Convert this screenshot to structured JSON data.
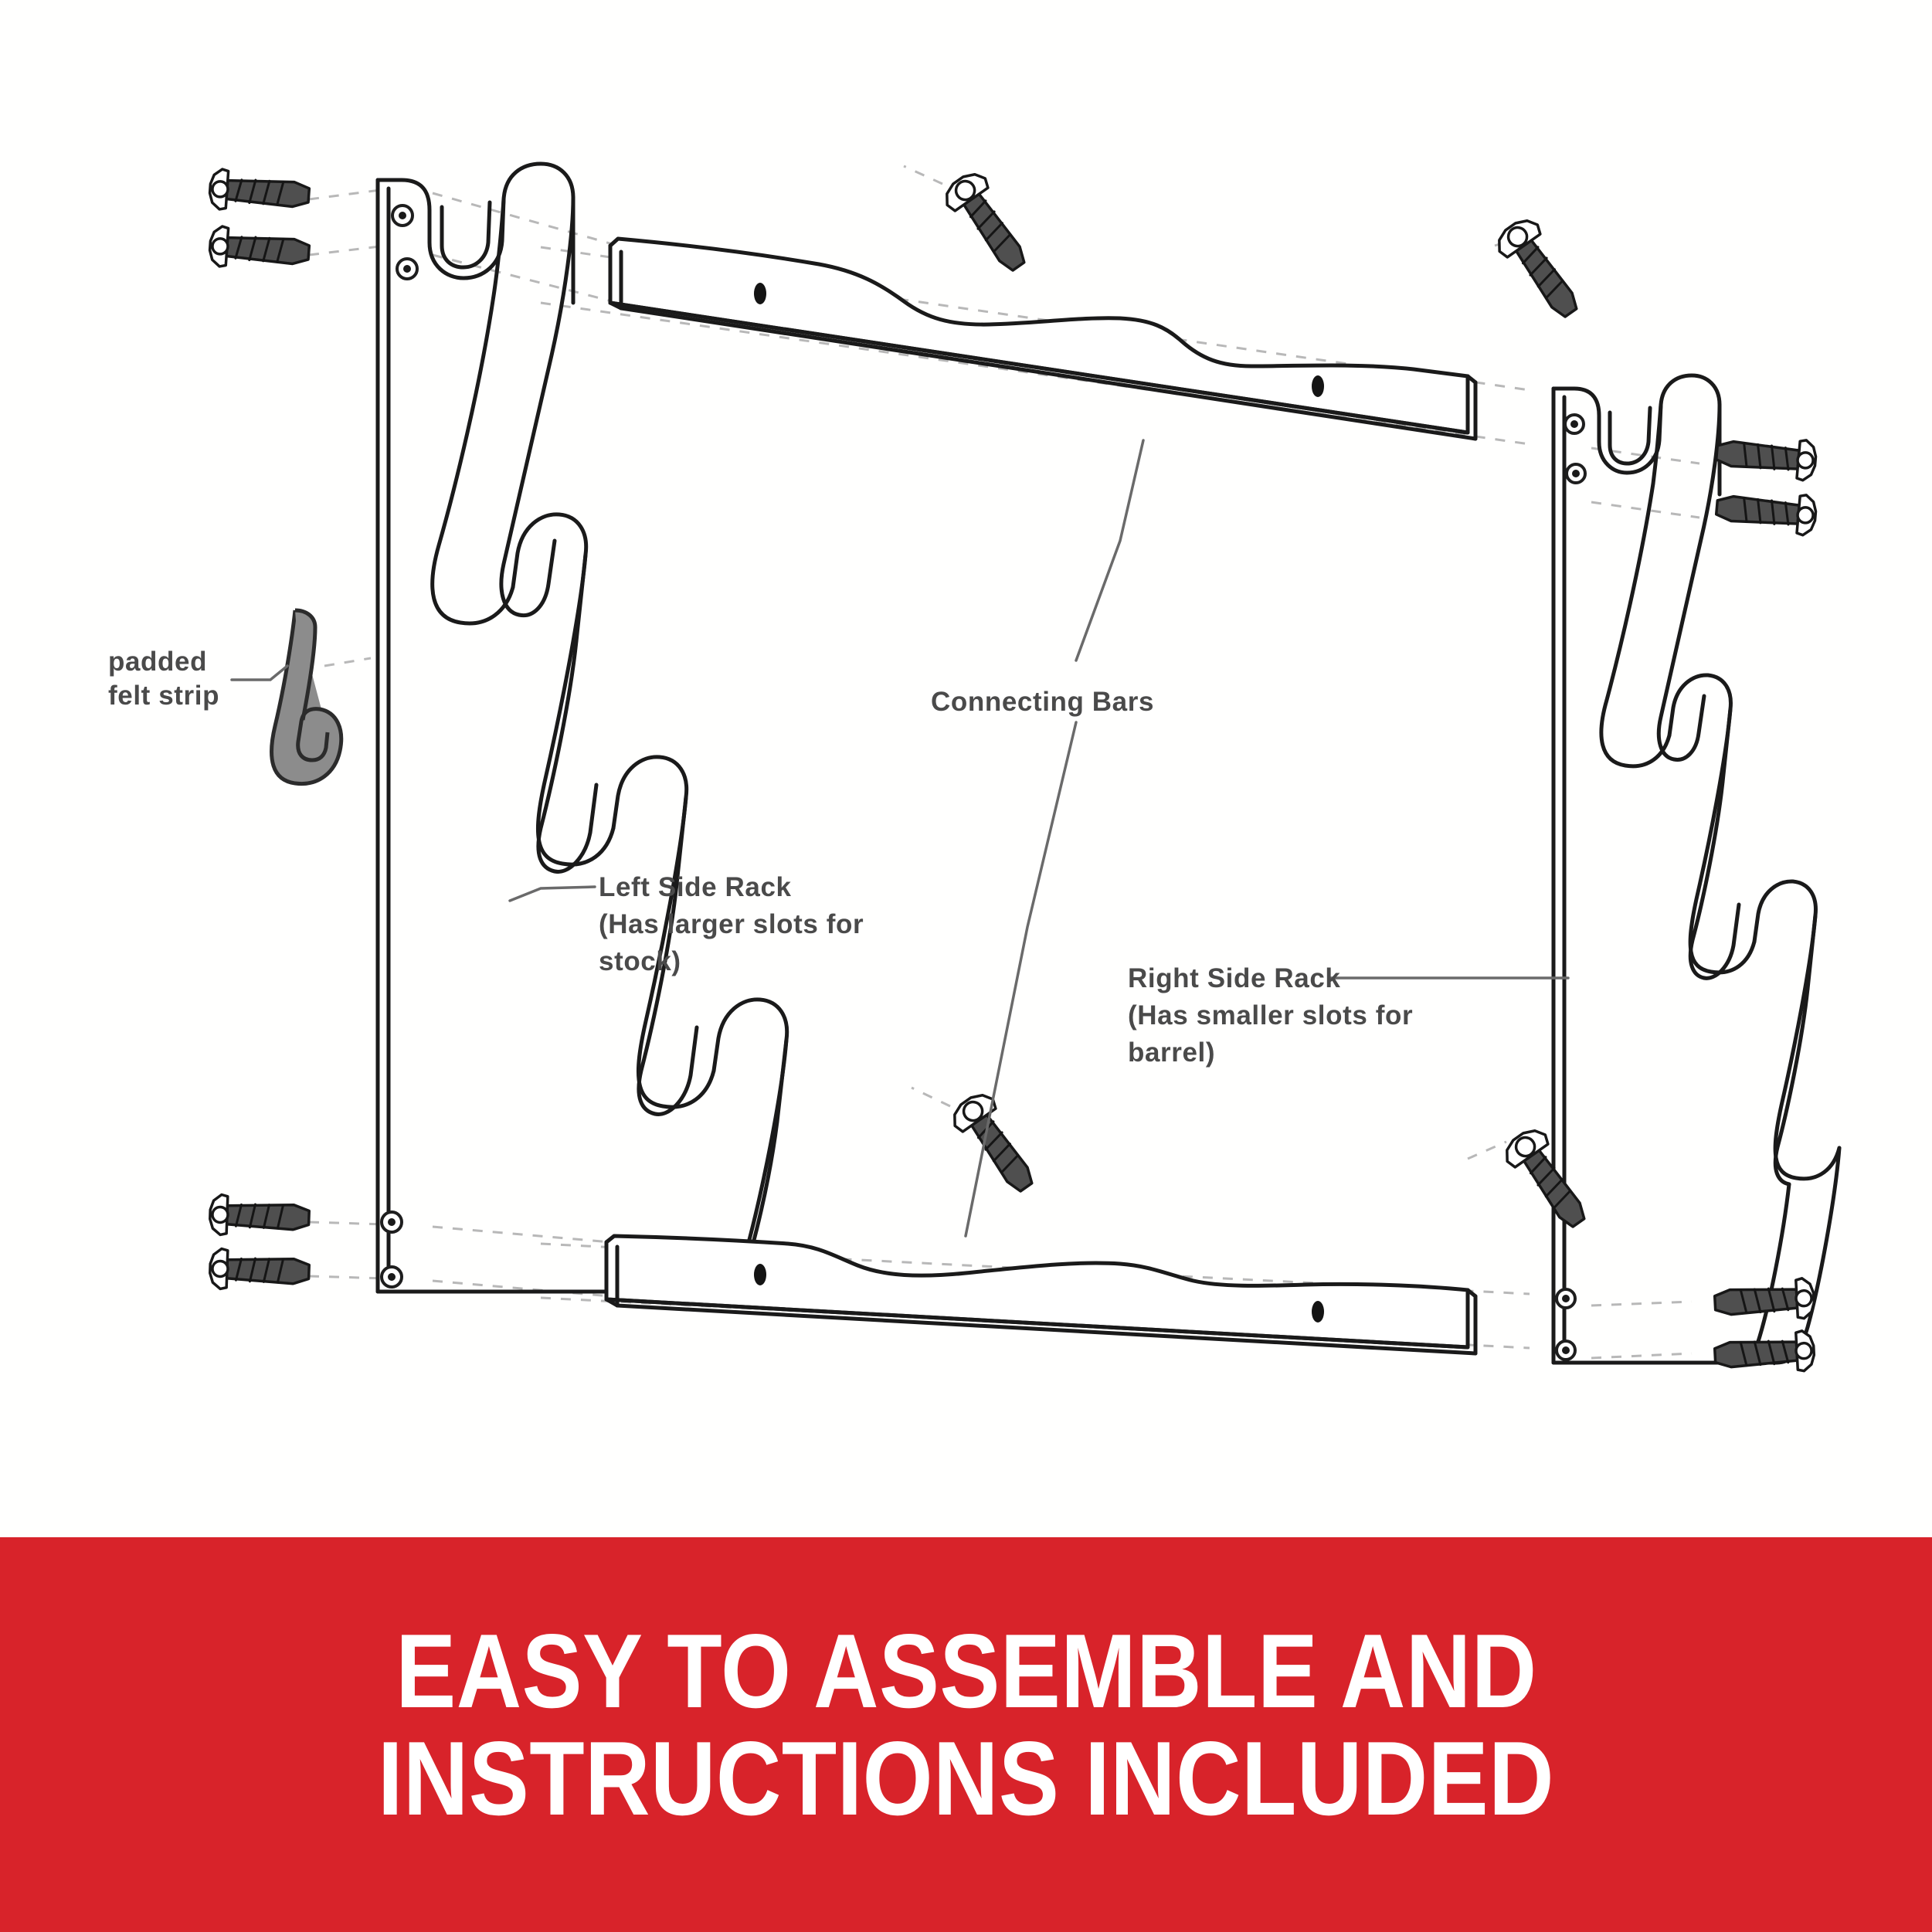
{
  "banner": {
    "line1": "EASY TO ASSEMBLE AND",
    "line2": "INSTRUCTIONS INCLUDED",
    "background_color": "#D8232A",
    "text_color": "#FFFFFF"
  },
  "diagram": {
    "title": "Gun rack exploded assembly diagram",
    "background_color": "#FFFFFF",
    "line_color": "#1A1A1A",
    "label_color": "#4A4A4A",
    "labels": {
      "padded_felt_strip": {
        "line1": "padded",
        "line2": "felt strip"
      },
      "left_side_rack": {
        "line1": "Left Side Rack",
        "line2": "(Has larger slots for",
        "line3": "stock)"
      },
      "right_side_rack": {
        "line1": "Right Side Rack",
        "line2": "(Has smaller slots for",
        "line3": "barrel)"
      },
      "connecting_bars": {
        "line1": "Connecting Bars"
      }
    },
    "parts": [
      {
        "name": "left-side-rack",
        "count": 1
      },
      {
        "name": "right-side-rack",
        "count": 1
      },
      {
        "name": "connecting-bar-top",
        "count": 1
      },
      {
        "name": "connecting-bar-bottom",
        "count": 1
      },
      {
        "name": "padded-felt-strip",
        "count": 1
      },
      {
        "name": "mounting-screw",
        "count": 12
      }
    ]
  }
}
